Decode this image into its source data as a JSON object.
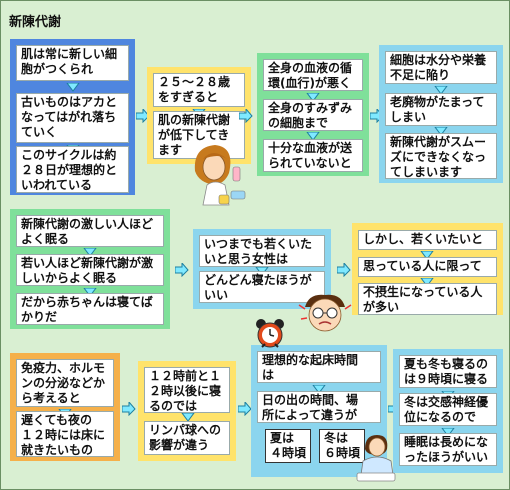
{
  "title": "新陳代謝",
  "row1": {
    "panel1": [
      "肌は常に新しい細\n胞がつくられ",
      "古いものはアカと\nなってはがれ落ち\nていく",
      "このサイクルは約\n２８日が理想的と\nいわれている"
    ],
    "panel2": [
      "２５〜２８歳\nをすぎると",
      "肌の新陳代謝\nが低下してき\nます"
    ],
    "panel3": [
      "全身の血液の循\n環(血行)が悪く",
      "全身のすみずみ\nの細胞まで",
      "十分な血液が送\nられていないと"
    ],
    "panel4": [
      "細胞は水分や栄養\n不足に陥り",
      "老廃物がたまって\nしまい",
      "新陳代謝がスムー\nズにできなくなっ\nてしまいます"
    ]
  },
  "row2": {
    "panel1": [
      "新陳代謝の激しい人ほど\nよく眠る",
      "若い人ほど新陳代謝が激\nしいからよく眠る",
      "だから赤ちゃんは寝てば\nかりだ"
    ],
    "panel2": [
      "いつまでも若くいた\nいと思う女性は",
      "どんどん寝たほうが\nいい"
    ],
    "panel3": [
      "しかし、若くいたいと",
      "思っている人に限って",
      "不摂生になっている人\nが多い"
    ]
  },
  "row3": {
    "panel1": [
      "免疫力、ホルモ\nンの分泌などか\nら考えると",
      "遅くても夜の\n１２時には床に\n就きたいもの"
    ],
    "panel2": [
      "１２時前と１\n２時以後に寝\nるのでは",
      "リンパ球への\n影響が違う"
    ],
    "panel3": [
      "理想的な起床時間\nは",
      "日の出の時間、場\n所によって違うが"
    ],
    "panel3_sub": [
      "夏は\n４時頃",
      "冬は\n６時頃"
    ],
    "panel4": [
      "夏も冬も寝るの\nは９時頃に寝る",
      "冬は交感神経優\n位になるので",
      "睡眠は長めにな\nったほうがいい"
    ]
  },
  "colors": {
    "blue": "#4f86df",
    "yellow": "#ffe36b",
    "green": "#7fe09a",
    "cyan": "#8bd5ee",
    "orange": "#f5b04a"
  },
  "icons": [
    "woman-with-cream-illustration",
    "stressed-man-illustration",
    "alarm-clock-illustration",
    "woman-waking-illustration",
    "flow-arrow-icon"
  ]
}
